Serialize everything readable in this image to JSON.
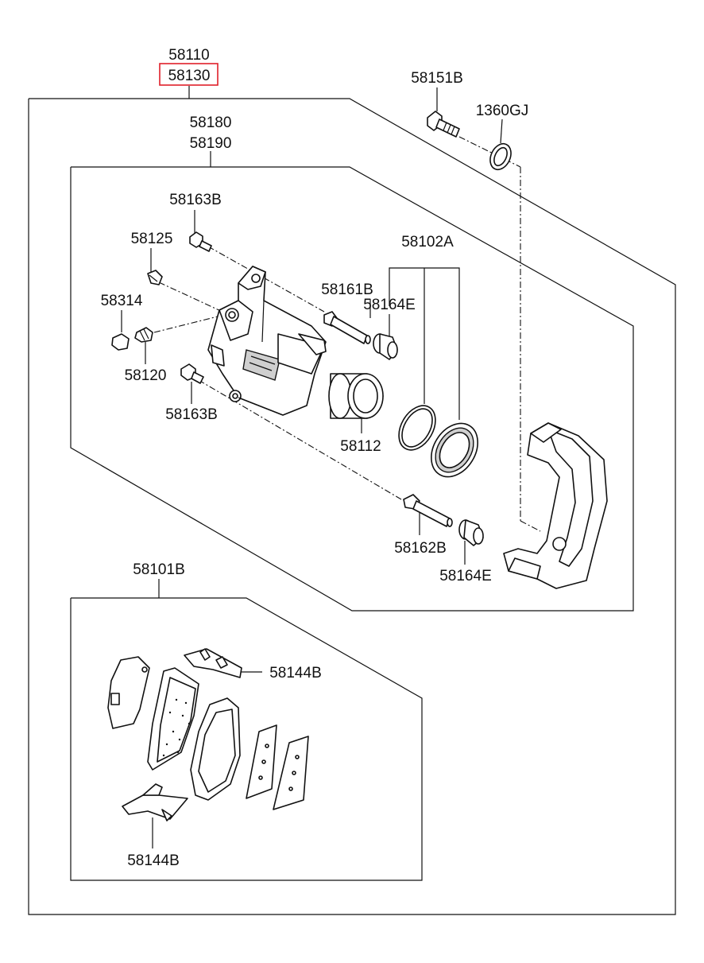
{
  "labels": {
    "l58110": "58110",
    "l58130": "58130",
    "l58151B": "58151B",
    "l1360GJ": "1360GJ",
    "l58180": "58180",
    "l58190": "58190",
    "l58163B_top": "58163B",
    "l58125": "58125",
    "l58102A": "58102A",
    "l58161B": "58161B",
    "l58164E_top": "58164E",
    "l58314": "58314",
    "l58120": "58120",
    "l58163B_bottom": "58163B",
    "l58112": "58112",
    "l58162B": "58162B",
    "l58164E_bottom": "58164E",
    "l58101B": "58101B",
    "l58144B_top": "58144B",
    "l58144B_bottom": "58144B"
  },
  "colors": {
    "highlight": "#e0202a",
    "line": "#111111",
    "shade": "#cfcfcf"
  }
}
